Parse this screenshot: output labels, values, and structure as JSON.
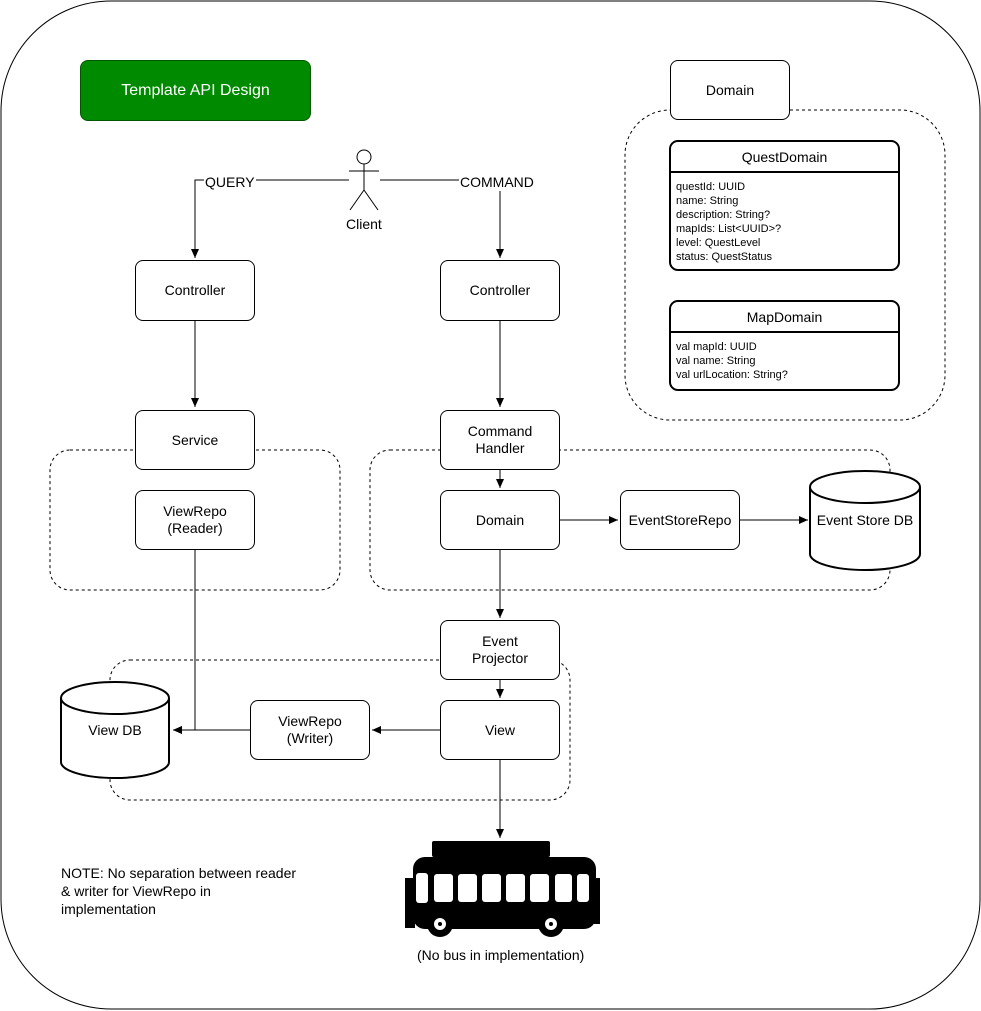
{
  "title": "Template API Design",
  "client": {
    "label": "Client"
  },
  "edges": {
    "query_label": "QUERY",
    "command_label": "COMMAND"
  },
  "query_side": {
    "controller": "Controller",
    "service": "Service",
    "view_repo_reader": "ViewRepo\n(Reader)"
  },
  "command_side": {
    "controller": "Controller",
    "command_handler": "Command\nHandler",
    "domain": "Domain",
    "event_store_repo": "EventStoreRepo",
    "event_store_db": "Event Store DB",
    "event_projector": "Event\nProjector",
    "view": "View",
    "view_repo_writer": "ViewRepo\n(Writer)",
    "view_db": "View DB"
  },
  "domain_group": {
    "label": "Domain",
    "classes": [
      {
        "name": "QuestDomain",
        "fields": [
          "questId: UUID",
          "name: String",
          "description: String?",
          "mapIds: List<UUID>?",
          "level: QuestLevel",
          "status: QuestStatus"
        ]
      },
      {
        "name": "MapDomain",
        "fields": [
          "val mapId: UUID",
          "val name: String",
          "val urlLocation: String?"
        ]
      }
    ]
  },
  "note": "NOTE: No separation between reader & writer for ViewRepo in implementation",
  "bus_caption": "(No bus in implementation)",
  "icons": {
    "client": "stick-figure-icon",
    "bus": "bus-icon"
  },
  "colors": {
    "title_fill": "#008a00",
    "stroke": "#000000"
  }
}
